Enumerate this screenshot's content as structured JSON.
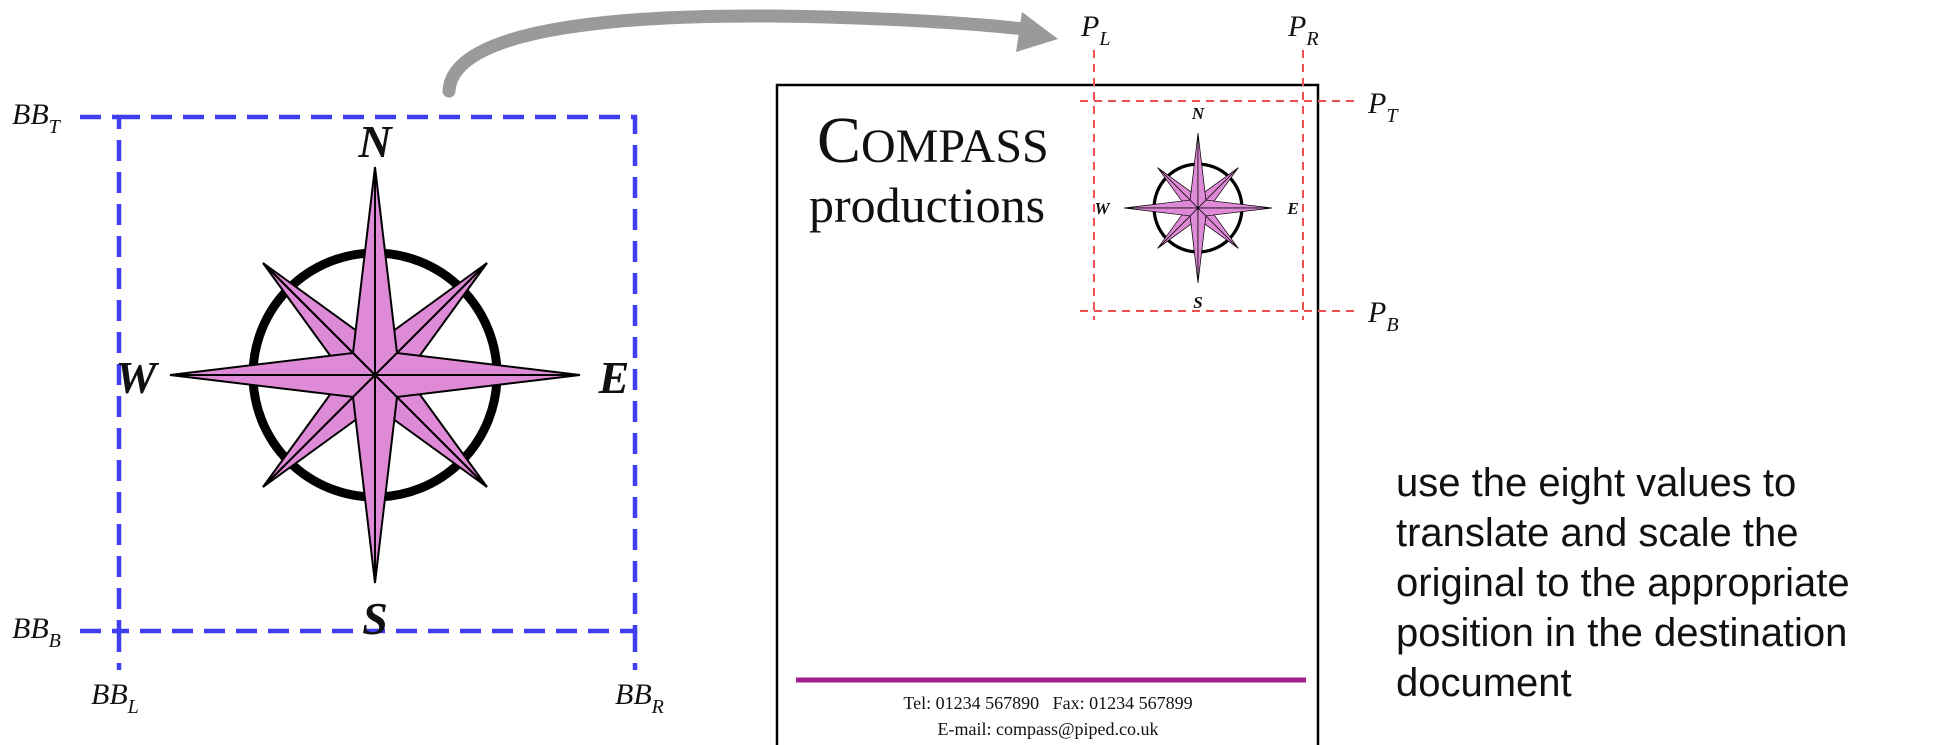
{
  "colors": {
    "bbox": "#3f3ff0",
    "placement": "#f05050",
    "compass_fill": "#df8ad6",
    "accent_rule": "#a0208c",
    "arrow": "#9a9a9a",
    "stroke": "#000000"
  },
  "icons": {
    "compass": "compass-rose-icon",
    "arrow": "curved-arrow-icon"
  },
  "source": {
    "bb_top": {
      "main": "BB",
      "sub": "T"
    },
    "bb_bottom": {
      "main": "BB",
      "sub": "B"
    },
    "bb_left": {
      "main": "BB",
      "sub": "L"
    },
    "bb_right": {
      "main": "BB",
      "sub": "R"
    },
    "directions": {
      "n": "N",
      "s": "S",
      "e": "E",
      "w": "W"
    }
  },
  "document": {
    "brand_cap": "C",
    "brand_rest": "OMPASS",
    "brand_sub": "productions",
    "footer_line1": "Tel: 01234 567890   Fax: 01234 567899",
    "footer_line2": "E-mail: compass@piped.co.uk",
    "directions": {
      "n": "N",
      "s": "S",
      "e": "E",
      "w": "W"
    }
  },
  "placement": {
    "p_left": {
      "main": "P",
      "sub": "L"
    },
    "p_right": {
      "main": "P",
      "sub": "R"
    },
    "p_top": {
      "main": "P",
      "sub": "T"
    },
    "p_bottom": {
      "main": "P",
      "sub": "B"
    }
  },
  "caption": "use the eight values to translate and scale the original to the appropriate position in the destination document"
}
